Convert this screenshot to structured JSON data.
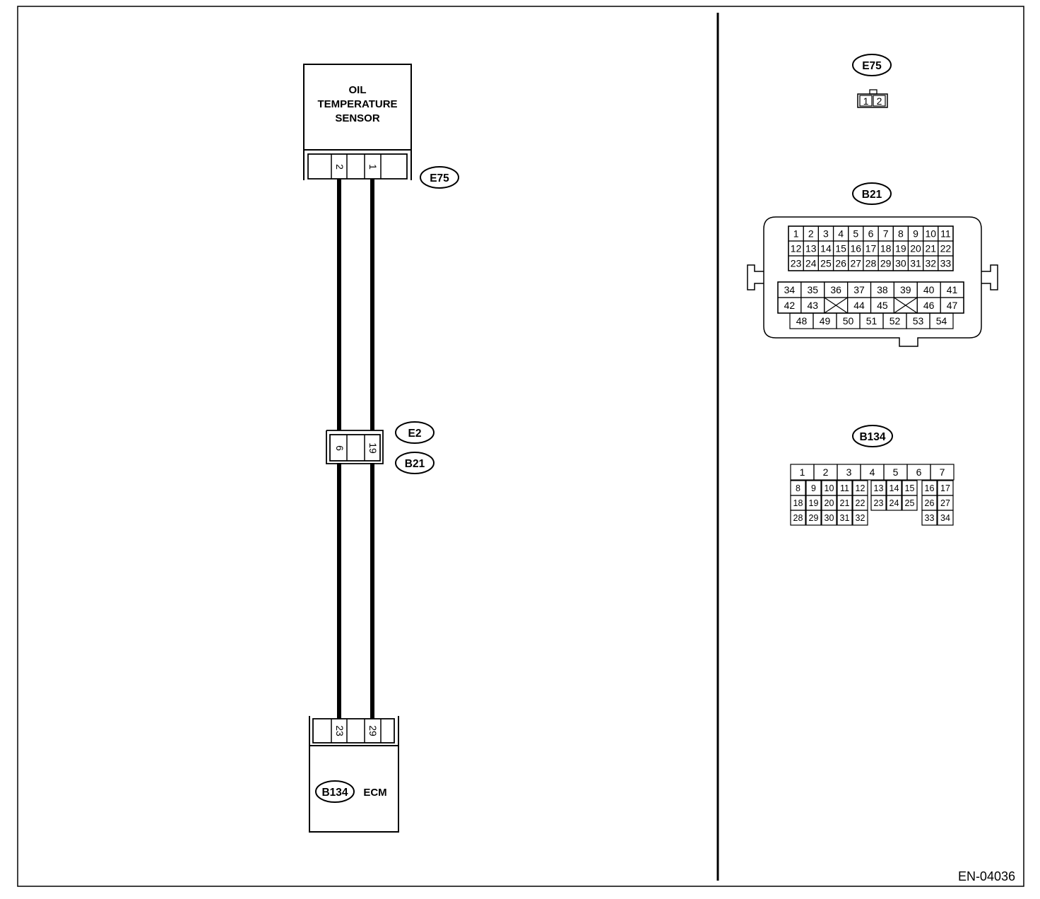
{
  "sensor": {
    "title_lines": [
      "OIL",
      "TEMPERATURE",
      "SENSOR"
    ],
    "connector": "E75",
    "pins": [
      "2",
      "1"
    ]
  },
  "joint": {
    "connectors": [
      "E2",
      "B21"
    ],
    "pins": [
      "6",
      "19"
    ]
  },
  "ecm": {
    "label": "ECM",
    "connector": "B134",
    "pins": [
      "23",
      "29"
    ]
  },
  "views": {
    "e75": {
      "label": "E75",
      "pins": [
        "1",
        "2"
      ]
    },
    "b21": {
      "label": "B21",
      "rows_top": [
        [
          "1",
          "2",
          "3",
          "4",
          "5",
          "6",
          "7",
          "8",
          "9",
          "10",
          "11"
        ],
        [
          "12",
          "13",
          "14",
          "15",
          "16",
          "17",
          "18",
          "19",
          "20",
          "21",
          "22"
        ],
        [
          "23",
          "24",
          "25",
          "26",
          "27",
          "28",
          "29",
          "30",
          "31",
          "32",
          "33"
        ]
      ],
      "rows_bottom": [
        [
          "34",
          "35",
          "36",
          "37",
          "38",
          "39",
          "40",
          "41"
        ],
        [
          "42",
          "43",
          "",
          "44",
          "45",
          "",
          "46",
          "47"
        ],
        [
          "48",
          "49",
          "50",
          "51",
          "52",
          "53",
          "54"
        ]
      ]
    },
    "b134": {
      "label": "B134",
      "row1": [
        "1",
        "2",
        "3",
        "4",
        "5",
        "6",
        "7"
      ],
      "rows": [
        [
          "8",
          "9",
          "10",
          "11",
          "12",
          "13",
          "14",
          "15",
          "16",
          "17"
        ],
        [
          "18",
          "19",
          "20",
          "21",
          "22",
          "23",
          "24",
          "25",
          "26",
          "27"
        ],
        [
          "28",
          "29",
          "30",
          "31",
          "32",
          "",
          "",
          "",
          "33",
          "34"
        ]
      ]
    }
  },
  "figure_code": "EN-04036"
}
